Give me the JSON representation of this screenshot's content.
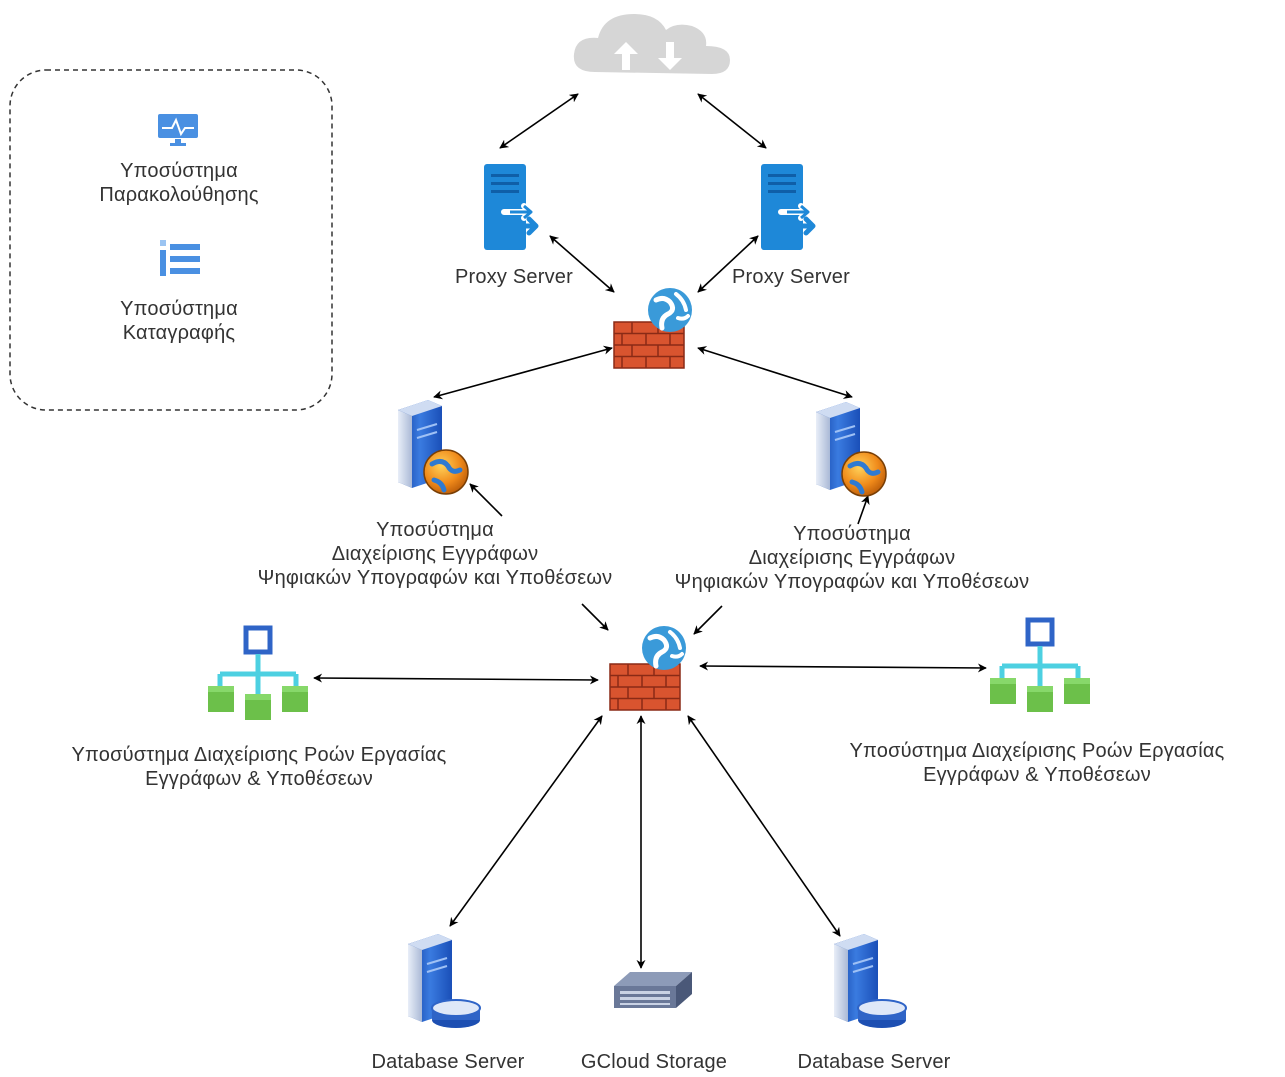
{
  "legend": {
    "monitoring_line1": "Υποσύστημα",
    "monitoring_line2": "Παρακολούθησης",
    "logging_line1": "Υποσύστημα",
    "logging_line2": "Καταγραφής"
  },
  "nodes": {
    "proxy_left": "Proxy Server",
    "proxy_right": "Proxy Server",
    "docmgmt_left_line1": "Υποσύστημα",
    "docmgmt_left_line2": "Διαχείρισης Εγγράφων",
    "docmgmt_left_line3": "Ψηφιακών Υπογραφών και Υποθέσεων",
    "docmgmt_right_line1": "Υποσύστημα",
    "docmgmt_right_line2": "Διαχείρισης Εγγράφων",
    "docmgmt_right_line3": "Ψηφιακών Υπογραφών και Υποθέσεων",
    "workflow_left_line1": "Υποσύστημα Διαχείρισης Ροών Εργασίας",
    "workflow_left_line2": "Εγγράφων & Υποθέσεων",
    "workflow_right_line1": "Υποσύστημα Διαχείρισης Ροών Εργασίας",
    "workflow_right_line2": "Εγγράφων & Υποθέσεων",
    "db_left": "Database Server",
    "storage": "GCloud Storage",
    "db_right": "Database Server"
  },
  "colors": {
    "proxy_blue": "#1e88d8",
    "firewall_red": "#c0392b",
    "globe_blue": "#3a9ad9",
    "workflow_cyan": "#4dd0e1",
    "workflow_green": "#6cc04a",
    "server_blue": "#2f64c7",
    "cloud_gray": "#d6d6d6",
    "legend_icon": "#4a90e2"
  }
}
